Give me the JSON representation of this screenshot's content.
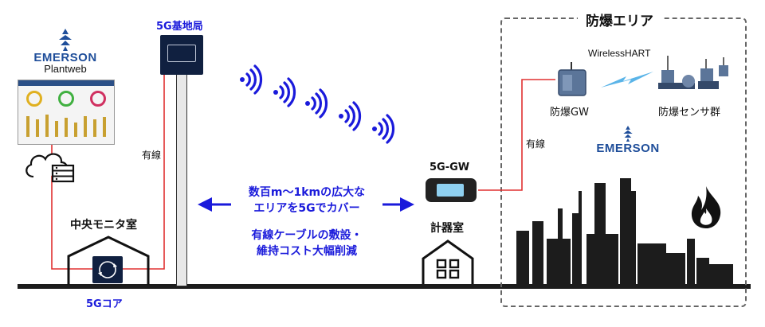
{
  "emerson_logo": {
    "brand": "EMERSON",
    "product": "Plantweb"
  },
  "base_station": {
    "label": "5G基地局"
  },
  "wired_label_left": "有線",
  "wired_label_right": "有線",
  "central_room": {
    "label": "中央モニタ室"
  },
  "core": {
    "label": "5Gコア"
  },
  "gateway": {
    "label": "5G-GW"
  },
  "instrument_room": {
    "label": "計器室"
  },
  "coverage_text": {
    "line1": "数百m～1kmの広大な",
    "line2": "エリアを5Gでカバー"
  },
  "cost_text": {
    "line1": "有線ケーブルの敷設・",
    "line2": "維持コスト大幅削減"
  },
  "hazard_area": {
    "title": "防爆エリア",
    "protocol": "WirelessHART",
    "gw_label": "防爆GW",
    "sensor_label": "防爆センサ群",
    "brand": "EMERSON"
  },
  "colors": {
    "accent_blue": "#1a1adb",
    "wire_red": "#e03030",
    "silhouette": "#1c1c1c"
  }
}
